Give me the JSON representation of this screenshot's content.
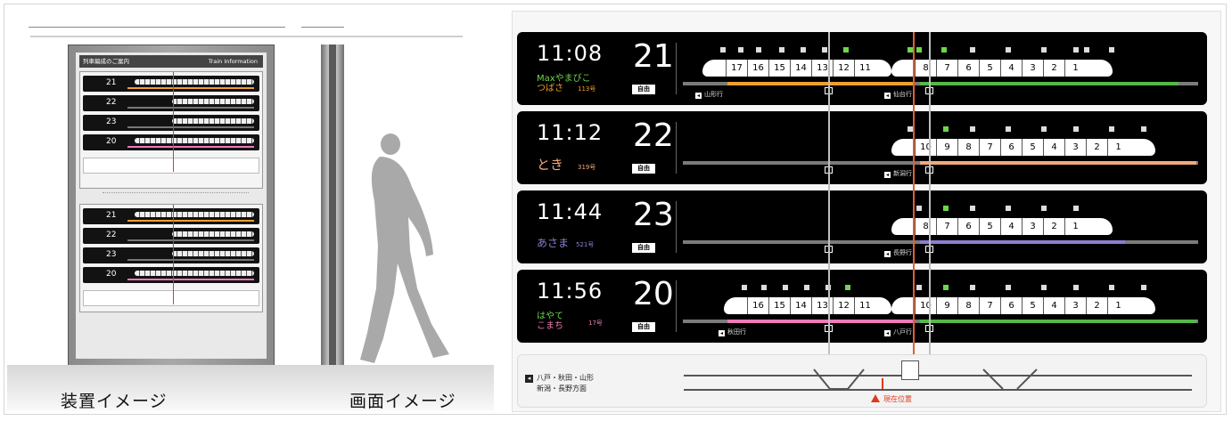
{
  "captions": {
    "device": "装置イメージ",
    "screen": "画面イメージ"
  },
  "kiosk": {
    "title_ja": "列車編成のご案内",
    "title_en": "Train Information"
  },
  "colors": {
    "board_bg": "#000000",
    "track_gray": "#7b7b7b",
    "track_orange": "#f0a030",
    "track_green": "#55b848",
    "track_salmon": "#f4a77a",
    "track_purple": "#8a7fd0",
    "track_pink": "#f07ab8",
    "current_position": "#e03a1e",
    "green_car_icon": "#6dd64a"
  },
  "screen": {
    "rows": [
      {
        "time": "11:08",
        "car_no": "21",
        "names": [
          {
            "text": "Maxやまびこ",
            "color": "#6dd64a"
          },
          {
            "text": "つばさ",
            "color": "#f0a030"
          }
        ],
        "train_no": "113号",
        "badge": "自由",
        "front_cars": [
          "17",
          "16",
          "15",
          "14",
          "13",
          "12",
          "11"
        ],
        "rear_cars": [
          "8",
          "7",
          "6",
          "5",
          "4",
          "3",
          "2",
          "1"
        ],
        "dir_left": "山形行",
        "dir_right": "仙台行"
      },
      {
        "time": "11:12",
        "car_no": "22",
        "names": [
          {
            "text": "とき",
            "color": "#f4a77a"
          }
        ],
        "train_no": "319号",
        "badge": "自由",
        "front_cars": [],
        "rear_cars": [
          "10",
          "9",
          "8",
          "7",
          "6",
          "5",
          "4",
          "3",
          "2",
          "1"
        ],
        "dir_left": "",
        "dir_right": "新潟行"
      },
      {
        "time": "11:44",
        "car_no": "23",
        "names": [
          {
            "text": "あさま",
            "color": "#8a7fd0"
          }
        ],
        "train_no": "521号",
        "badge": "自由",
        "front_cars": [],
        "rear_cars": [
          "8",
          "7",
          "6",
          "5",
          "4",
          "3",
          "2",
          "1"
        ],
        "dir_left": "",
        "dir_right": "長野行"
      },
      {
        "time": "11:56",
        "car_no": "20",
        "names": [
          {
            "text": "はやて",
            "color": "#6dd64a"
          },
          {
            "text": "こまち",
            "color": "#f07ab8"
          }
        ],
        "train_no": "17号",
        "badge": "自由",
        "front_cars": [
          "16",
          "15",
          "14",
          "13",
          "12",
          "11"
        ],
        "rear_cars": [
          "10",
          "9",
          "8",
          "7",
          "6",
          "5",
          "4",
          "3",
          "2",
          "1"
        ],
        "dir_left": "秋田行",
        "dir_right": "八戸行"
      }
    ],
    "map": {
      "destinations_line1": "八戸・秋田・山形",
      "destinations_line2": "新潟・長野方面",
      "current_position": "現在位置"
    }
  }
}
